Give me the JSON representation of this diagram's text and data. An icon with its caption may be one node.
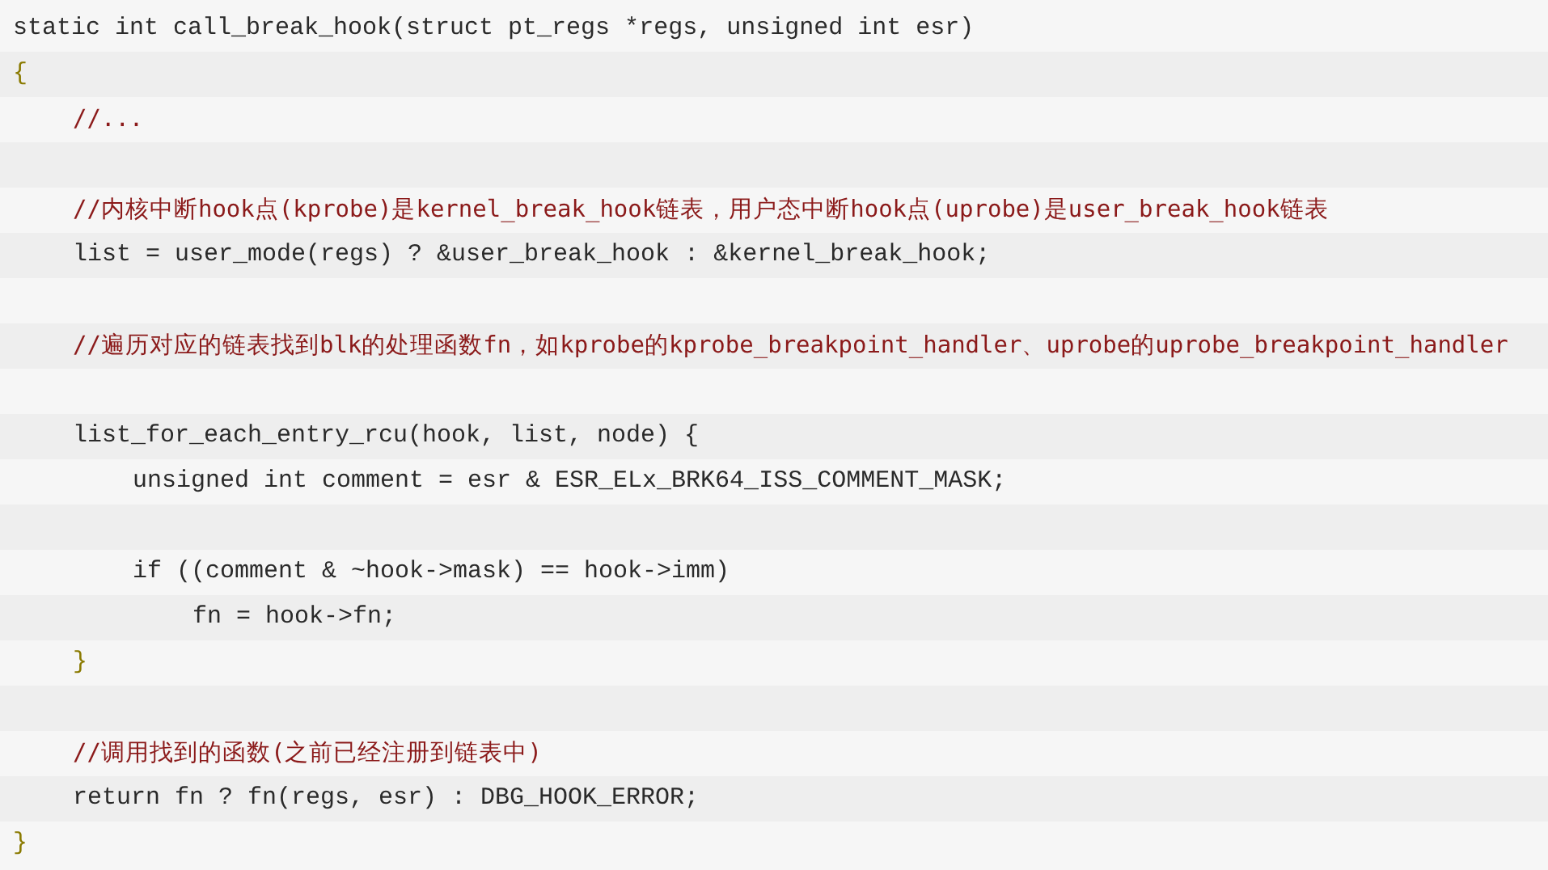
{
  "diagram": {
    "labels": [
      "static int call_break_hook(struct pt_regs *regs, unsigned int esr)",
      "{",
      "//...",
      "//内核中断hook点(kprobe)是kernel_break_hook链表，用户态中断hook点(uprobe)是user_break_hook链表",
      "list = user_mode(regs) ? &user_break_hook : &kernel_break_hook;",
      "//遍历对应的链表找到blk的处理函数fn，如kprobe的kprobe_breakpoint_handler、uprobe的uprobe_breakpoint_handler",
      "list_for_each_entry_rcu(hook, list, node) {",
      "unsigned int comment = esr & ESR_ELx_BRK64_ISS_COMMENT_MASK;",
      "if ((comment & ~hook->mask) == hook->imm)",
      "fn = hook->fn;",
      "}",
      "//调用找到的函数(之前已经注册到链表中)",
      "return fn ? fn(regs, esr) : DBG_HOOK_ERROR;",
      "}"
    ]
  }
}
